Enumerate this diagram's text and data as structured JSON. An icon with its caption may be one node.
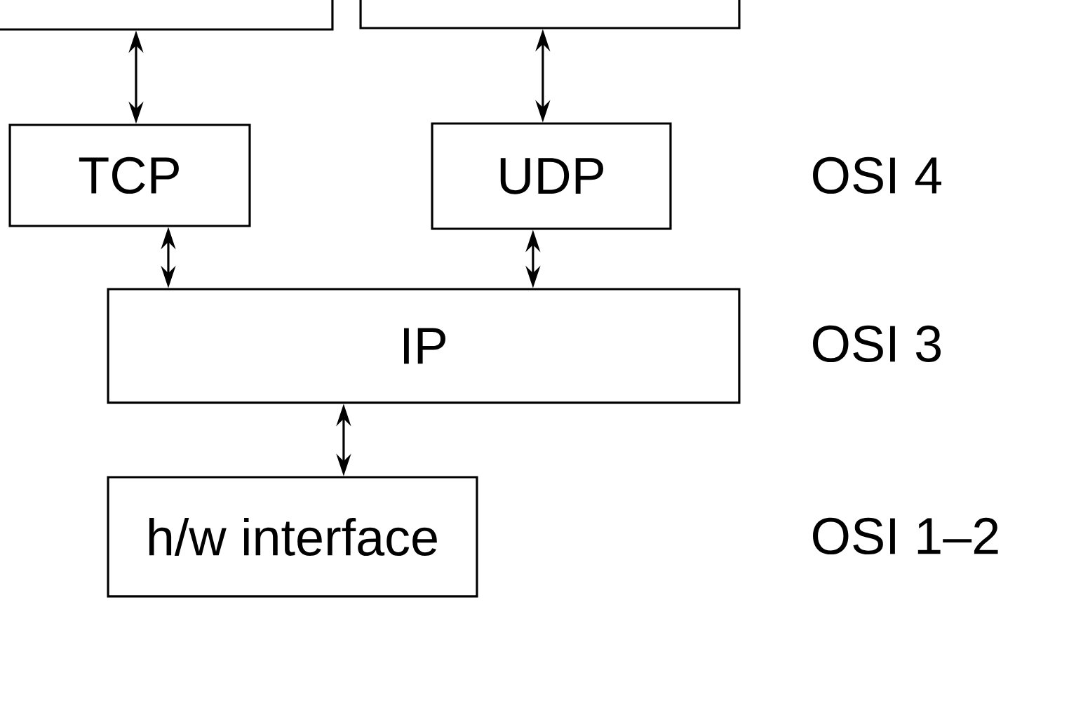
{
  "diagram": {
    "nodes": [
      {
        "text": [],
        "shape": "box"
      },
      {
        "text": [],
        "shape": "box"
      },
      {
        "text": [
          "TCP"
        ]
      },
      {
        "text": [
          "UDP"
        ]
      },
      {
        "text": [
          "IP"
        ]
      },
      {
        "text": [
          "h/w interface"
        ]
      }
    ],
    "edges": [
      {
        "from": 0,
        "to": 2,
        "arrow": "both"
      },
      {
        "from": 1,
        "to": 3,
        "arrow": "both"
      },
      {
        "from": 2,
        "to": 4,
        "arrow": "both"
      },
      {
        "from": 3,
        "to": 4,
        "arrow": "both"
      },
      {
        "from": 4,
        "to": 5,
        "arrow": "both"
      }
    ],
    "labels": [
      "OSI 4",
      "OSI 3",
      "OSI 1–2"
    ]
  }
}
